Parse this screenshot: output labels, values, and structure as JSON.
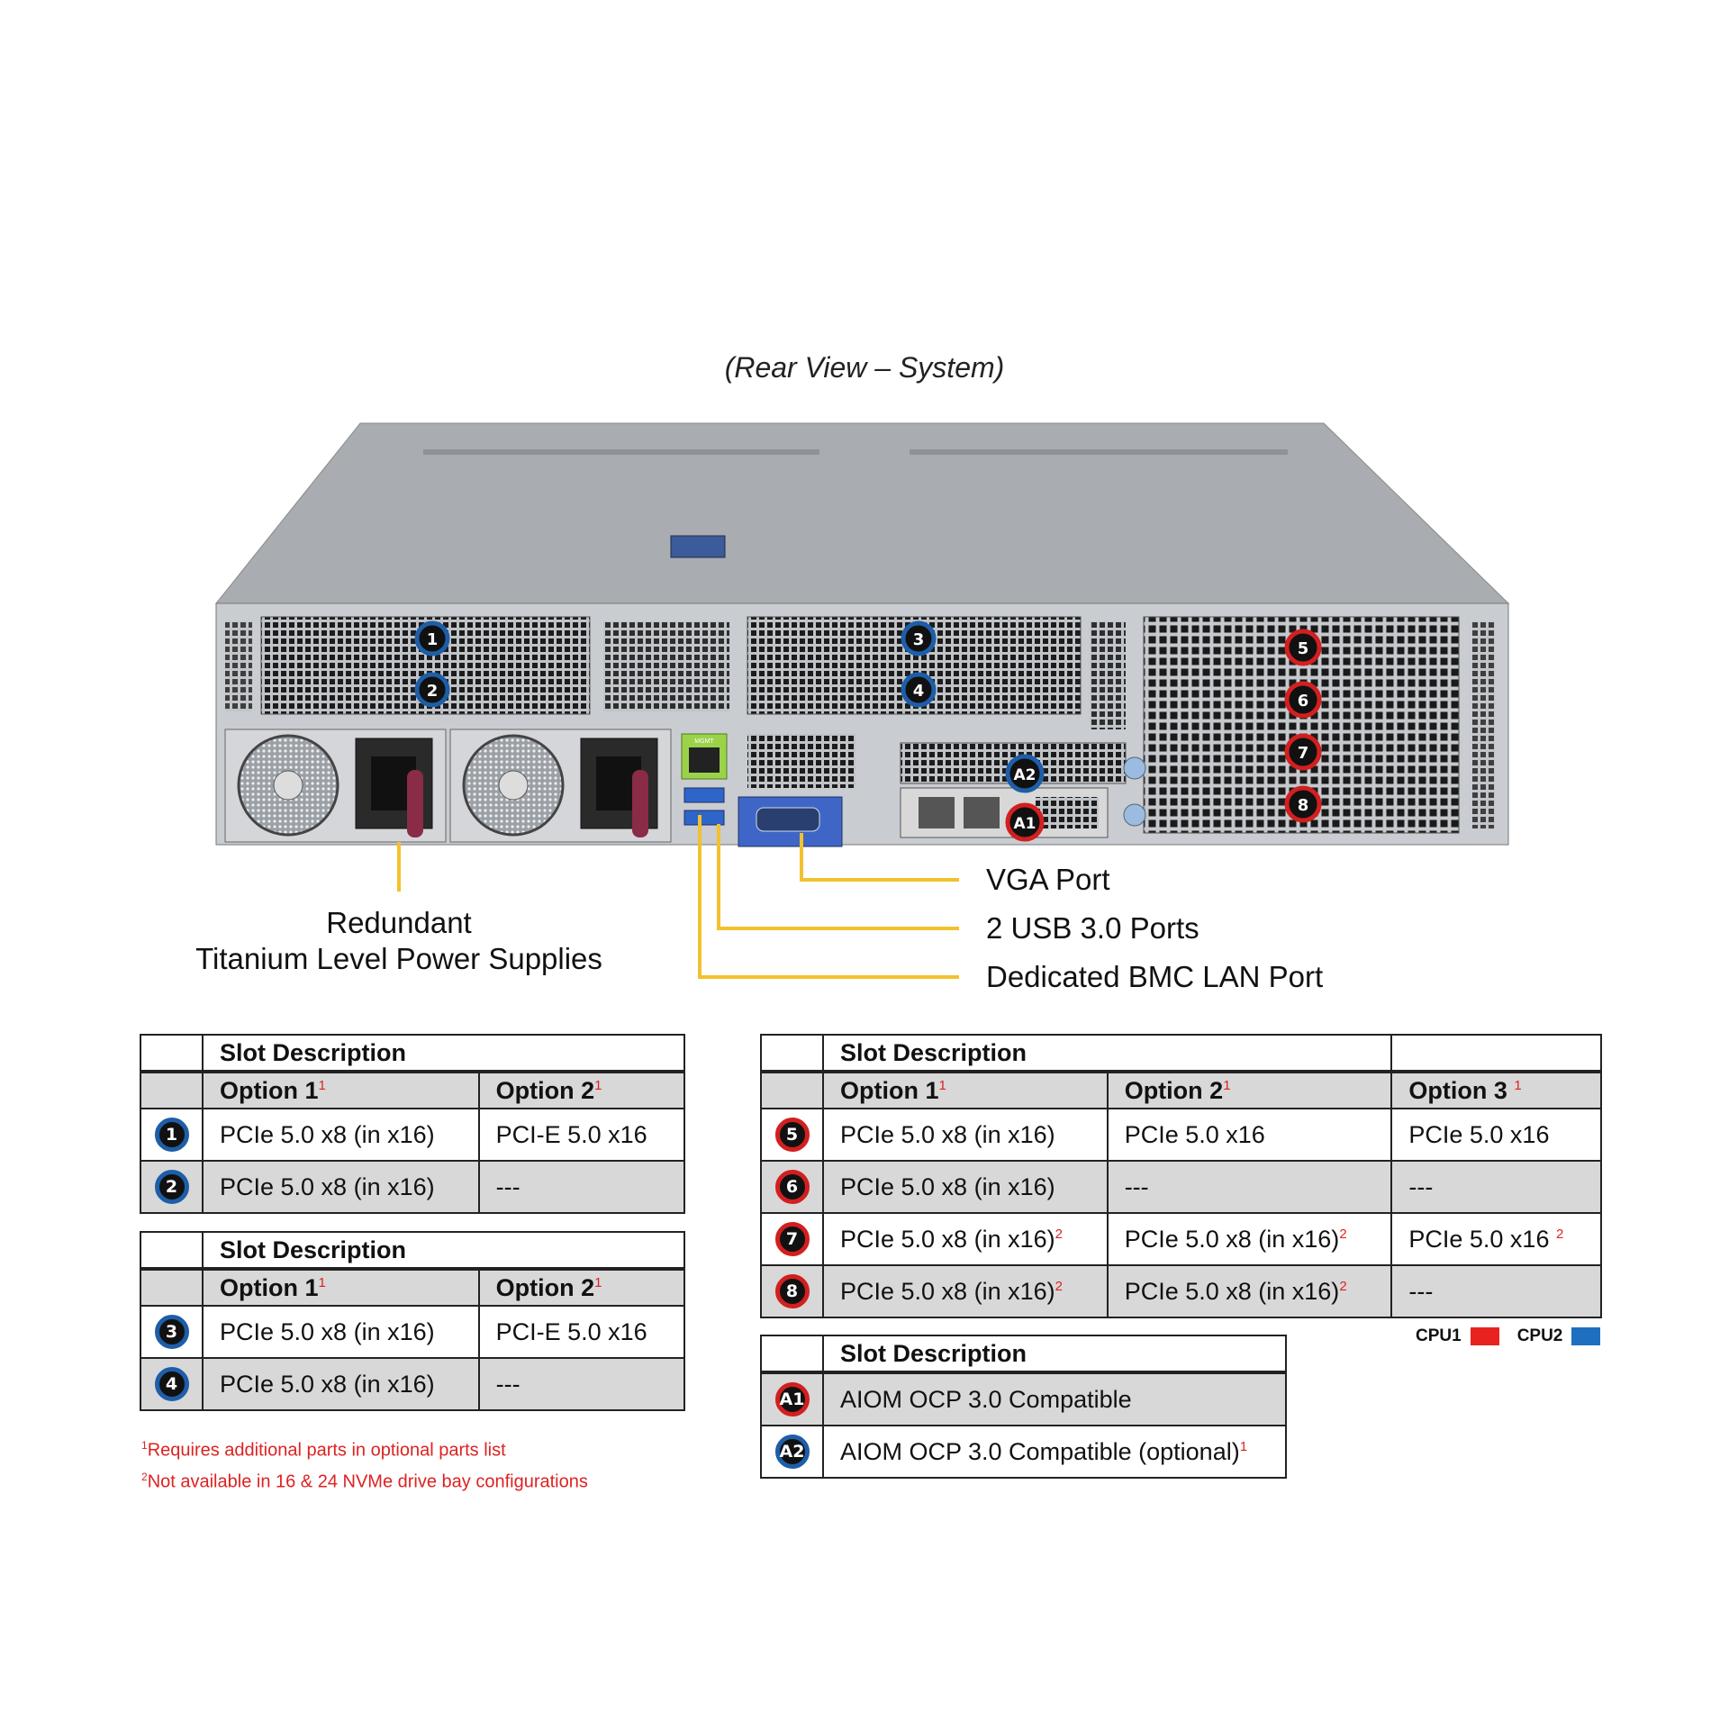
{
  "title": "(Rear View – System)",
  "callouts": {
    "psu_line1": "Redundant",
    "psu_line2": "Titanium  Level Power Supplies",
    "vga": "VGA Port",
    "usb": "2 USB 3.0 Ports",
    "bmc": "Dedicated BMC LAN Port"
  },
  "port_label": "MGMT",
  "badges": [
    "1",
    "2",
    "3",
    "4",
    "5",
    "6",
    "7",
    "8",
    "A1",
    "A2"
  ],
  "colors": {
    "cpu1": "#e8231f",
    "cpu2": "#1f6fc0",
    "callout_line": "#f2c12e"
  },
  "table1": {
    "header": "Slot Description",
    "opt1": "Option 1",
    "opt2": "Option 2",
    "sup": "1",
    "rows": [
      {
        "badge": "1",
        "c1": "PCIe  5.0 x8 (in x16)",
        "c2": "PCI-E  5.0 x16"
      },
      {
        "badge": "2",
        "c1": "PCIe  5.0 x8 (in x16)",
        "c2": "---"
      }
    ]
  },
  "table2": {
    "header": "Slot Description",
    "opt1": "Option 1",
    "opt2": "Option 2",
    "sup": "1",
    "rows": [
      {
        "badge": "3",
        "c1": "PCIe  5.0 x8 (in x16)",
        "c2": "PCI-E  5.0 x16"
      },
      {
        "badge": "4",
        "c1": "PCIe  5.0 x8 (in x16)",
        "c2": "---"
      }
    ]
  },
  "table3": {
    "header": "Slot Description",
    "opt1": "Option 1",
    "opt2": "Option 2",
    "opt3": "Option 3 ",
    "sup": "1",
    "sup2": "2",
    "rows": [
      {
        "badge": "5",
        "c1": "PCIe  5.0 x8 (in x16)",
        "c2": "PCIe  5.0 x16",
        "c3": "PCIe  5.0 x16"
      },
      {
        "badge": "6",
        "c1": "PCIe  5.0 x8 (in x16)",
        "c2": "---",
        "c3": "---"
      },
      {
        "badge": "7",
        "c1": "PCIe  5.0 x8 (in x16)",
        "c2": "PCIe  5.0 x8 (in x16)",
        "c3": "PCIe  5.0 x16 "
      },
      {
        "badge": "8",
        "c1": "PCIe  5.0 x8 (in x16)",
        "c2": "PCIe  5.0 x8 (in x16)",
        "c3": "---"
      }
    ]
  },
  "table4": {
    "header": "Slot Description",
    "sup": "1",
    "rows": [
      {
        "badge": "A1",
        "c1": "AIOM  OCP  3.0 Compatible"
      },
      {
        "badge": "A2",
        "c1": "AIOM  OCP  3.0 Compatible  (optional)"
      }
    ]
  },
  "legend": {
    "cpu1": "CPU1",
    "cpu2": "CPU2"
  },
  "footnotes": {
    "n1_mark": "1",
    "n1": "Requires additional parts in optional parts list",
    "n2_mark": "2",
    "n2": "Not available in 16 & 24 NVMe drive bay configurations"
  }
}
